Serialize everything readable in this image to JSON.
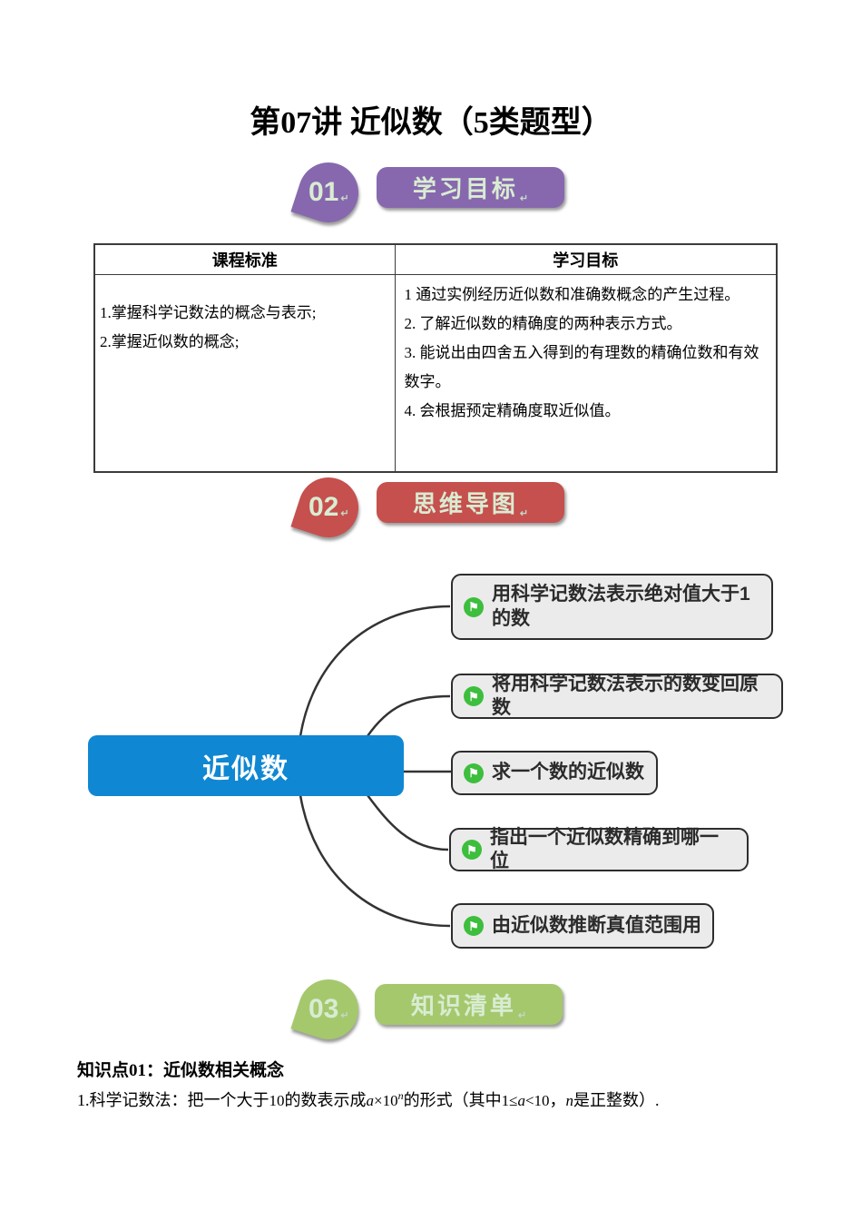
{
  "page": {
    "title": "第07讲 近似数（5类题型）",
    "return_mark": "↵"
  },
  "colors": {
    "section1": "#8768AE",
    "section2": "#C5504E",
    "section3": "#A5C86D",
    "root_node": "#1087D2",
    "flag": "#3DBE3D"
  },
  "sections": {
    "s1": {
      "number": "01",
      "label": "学习目标"
    },
    "s2": {
      "number": "02",
      "label": "思维导图"
    },
    "s3": {
      "number": "03",
      "label": "知识清单"
    }
  },
  "table": {
    "headers": {
      "left": "课程标准",
      "right": "学习目标"
    },
    "left_items": [
      "1.掌握科学记数法的概念与表示;",
      "2.掌握近似数的概念;"
    ],
    "right_items": [
      "1 通过实例经历近似数和准确数概念的产生过程。",
      "2. 了解近似数的精确度的两种表示方式。",
      "3. 能说出由四舍五入得到的有理数的精确位数和有效数字。",
      "4. 会根据预定精确度取近似值。"
    ]
  },
  "mindmap": {
    "root": "近似数",
    "flag_icon": "⚑",
    "branches": [
      "用科学记数法表示绝对值大于1的数",
      "将用科学记数法表示的数变回原数",
      "求一个数的近似数",
      "指出一个近似数精确到哪一位",
      "由近似数推断真值范围用"
    ]
  },
  "knowledge": {
    "heading": "知识点01：近似数相关概念",
    "item1_segments": [
      {
        "type": "text",
        "t": "1.科学记数法：把一个大于"
      },
      {
        "type": "math",
        "t": "10"
      },
      {
        "type": "text",
        "t": "的数表示成"
      },
      {
        "type": "mathit",
        "t": "a"
      },
      {
        "type": "math",
        "t": "×10"
      },
      {
        "type": "sup",
        "t": "n"
      },
      {
        "type": "text",
        "t": "的形式（其中"
      },
      {
        "type": "math",
        "t": "1≤"
      },
      {
        "type": "mathit",
        "t": "a"
      },
      {
        "type": "math",
        "t": "<10"
      },
      {
        "type": "text",
        "t": "，"
      },
      {
        "type": "mathit",
        "t": "n"
      },
      {
        "type": "text",
        "t": "是正整数）."
      }
    ]
  }
}
